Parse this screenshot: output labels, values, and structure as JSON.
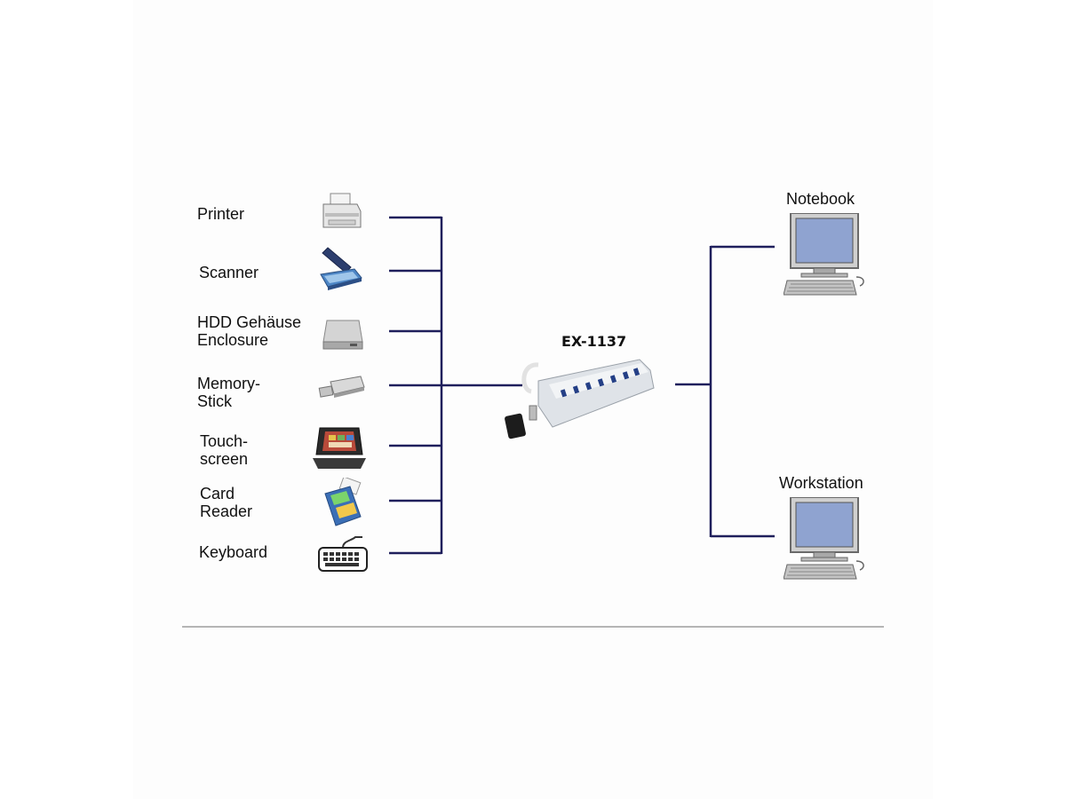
{
  "hub": {
    "label": "EX-1137"
  },
  "devices": [
    {
      "lines": [
        "Printer"
      ],
      "icon": "printer-icon"
    },
    {
      "lines": [
        "Scanner"
      ],
      "icon": "scanner-icon"
    },
    {
      "lines": [
        "HDD Gehäuse",
        "Enclosure"
      ],
      "icon": "hdd-enclosure-icon"
    },
    {
      "lines": [
        "Memory-",
        "Stick"
      ],
      "icon": "usb-stick-icon"
    },
    {
      "lines": [
        "Touch-",
        "screen"
      ],
      "icon": "touchscreen-terminal-icon"
    },
    {
      "lines": [
        "Card",
        "Reader"
      ],
      "icon": "card-reader-icon"
    },
    {
      "lines": [
        "Keyboard"
      ],
      "icon": "keyboard-icon"
    }
  ],
  "hosts": [
    {
      "label": "Notebook",
      "icon": "computer-monitor-icon"
    },
    {
      "label": "Workstation",
      "icon": "computer-monitor-icon"
    }
  ],
  "colors": {
    "wire": "#1f1f5c",
    "screen": "#8fa3d0",
    "hub_body": "#dfe3e8",
    "divider": "#b5b5b5"
  }
}
